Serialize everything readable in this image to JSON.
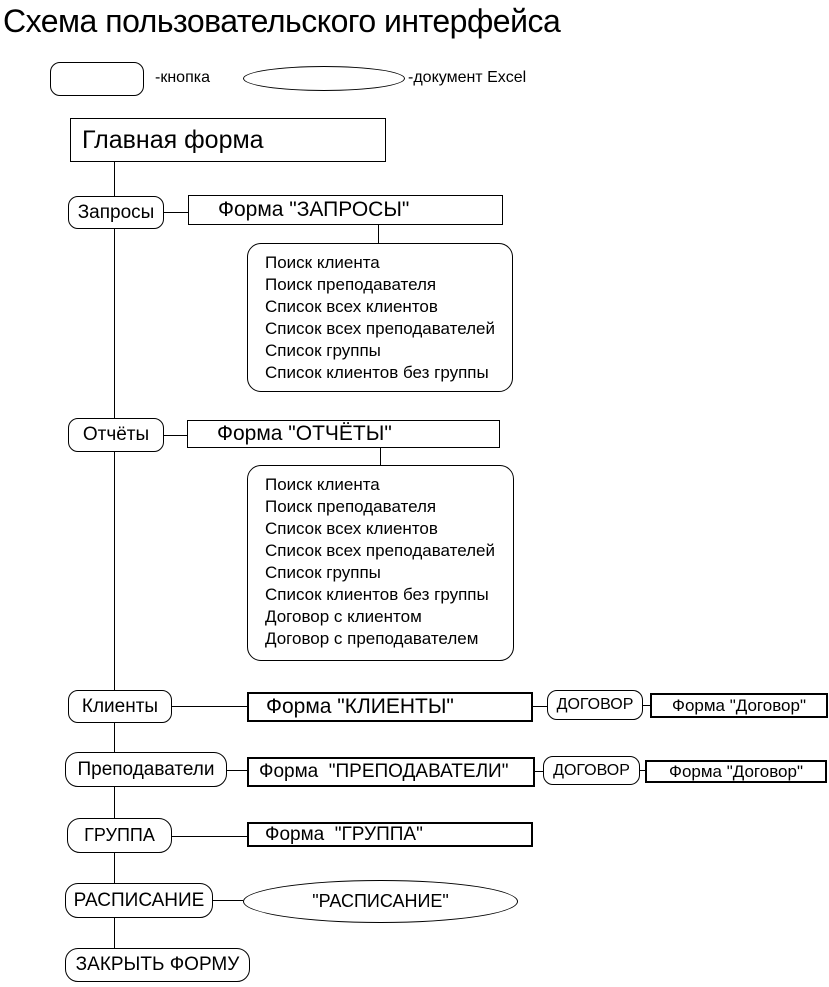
{
  "title": "Схема пользовательского интерфейса",
  "legend": {
    "button_caption": "-кнопка",
    "excel_caption": "-документ Excel"
  },
  "main_form": {
    "label": "Главная форма"
  },
  "queries": {
    "button": "Запросы",
    "form_title": "Форма \"ЗАПРОСЫ\"",
    "items": [
      "Поиск клиента",
      "Поиск преподавателя",
      "Список всех клиентов",
      "Список всех преподавателей",
      "Список группы",
      "Список клиентов без группы"
    ]
  },
  "reports": {
    "button": "Отчёты",
    "form_title": "Форма \"ОТЧЁТЫ\"",
    "items": [
      "Поиск клиента",
      "Поиск преподавателя",
      "Список всех клиентов",
      "Список всех преподавателей",
      "Список группы",
      "Список клиентов без группы",
      "Договор с клиентом",
      "Договор с преподавателем"
    ]
  },
  "clients": {
    "button": "Клиенты",
    "form_title": "Форма \"КЛИЕНТЫ\"",
    "dogovor_button": "ДОГОВОР",
    "dogovor_form_title": "Форма \"Договор\""
  },
  "teachers": {
    "button": "Преподаватели",
    "form_title": "Форма  \"ПРЕПОДАВАТЕЛИ\"",
    "dogovor_button": "ДОГОВОР",
    "dogovor_form_title": "Форма \"Договор\""
  },
  "group": {
    "button": "ГРУППА",
    "form_title": "Форма  \"ГРУППА\""
  },
  "schedule": {
    "button": "РАСПИСАНИЕ",
    "excel_doc_title": "\"РАСПИСАНИЕ\""
  },
  "close_form": {
    "button": "ЗАКРЫТЬ ФОРМУ"
  }
}
